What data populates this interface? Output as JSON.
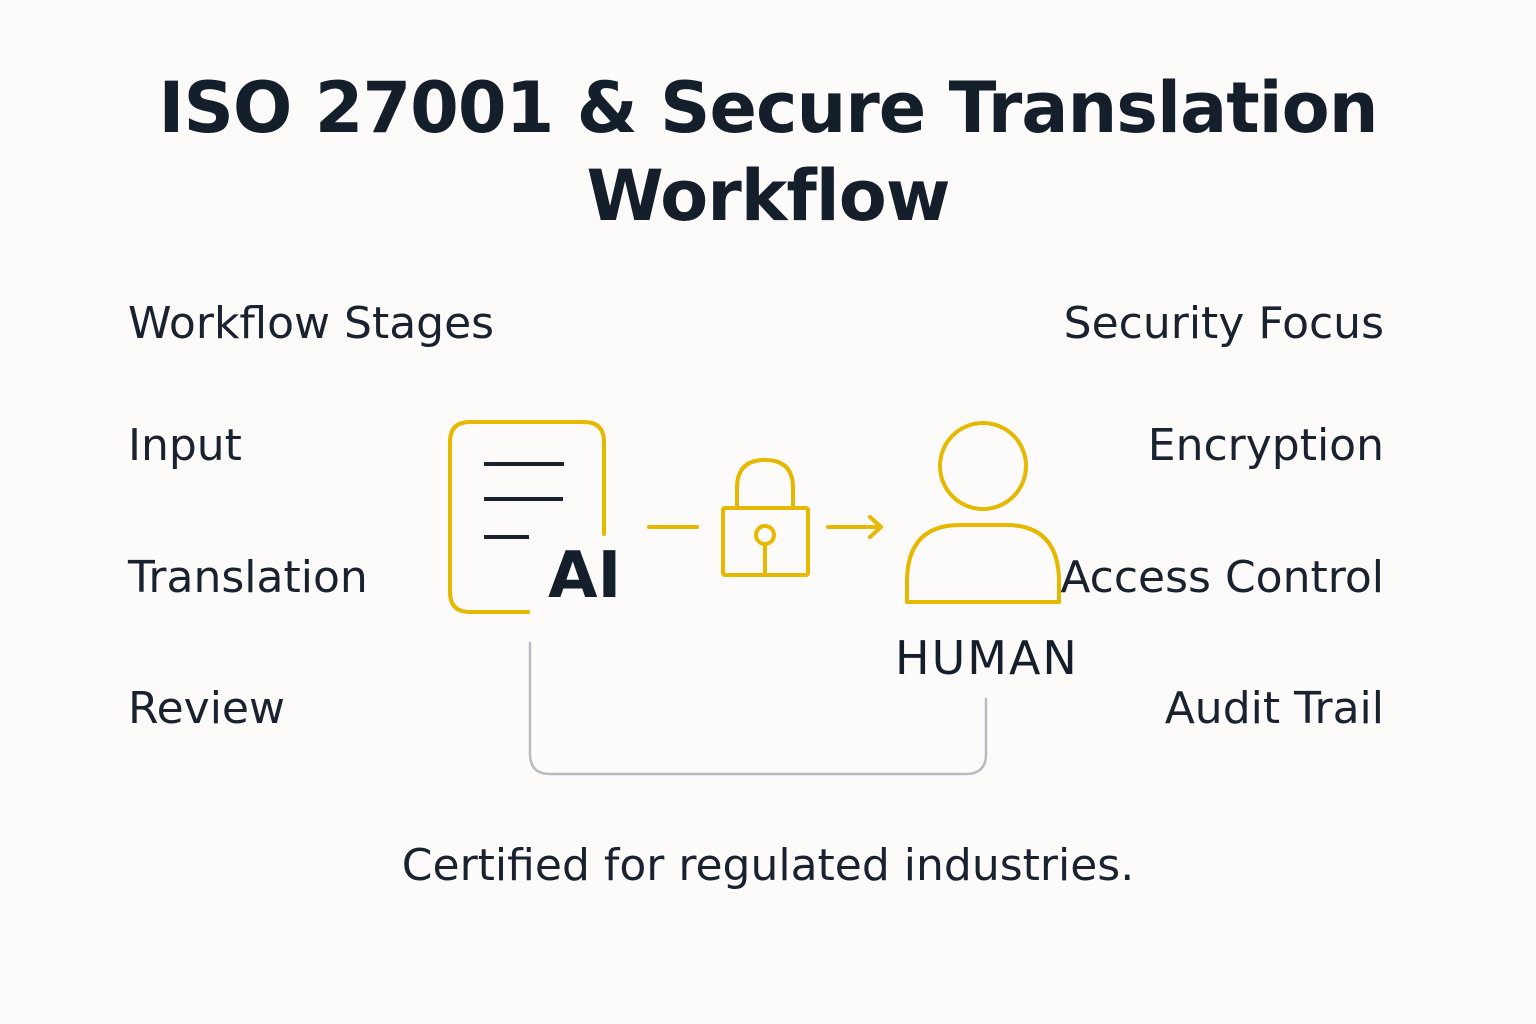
{
  "title": {
    "line1": "ISO 27001 & Secure Translation",
    "line2": "Workflow"
  },
  "left_column": {
    "heading": "Workflow Stages",
    "items": [
      "Input",
      "Translation",
      "Review"
    ]
  },
  "right_column": {
    "heading": "Security Focus",
    "items": [
      "Encryption",
      "Access Control",
      "Audit Trail"
    ]
  },
  "diagram": {
    "document_label": "AI",
    "person_label": "HUMAN",
    "icons": [
      "document-icon",
      "lock-icon",
      "arrow-right-icon",
      "person-icon",
      "feedback-loop-connector"
    ],
    "accent_color": "#e6b800",
    "line_color": "#1a2230",
    "connector_color": "#b8bcc2"
  },
  "footer": {
    "text": "Certified for regulated industries."
  }
}
